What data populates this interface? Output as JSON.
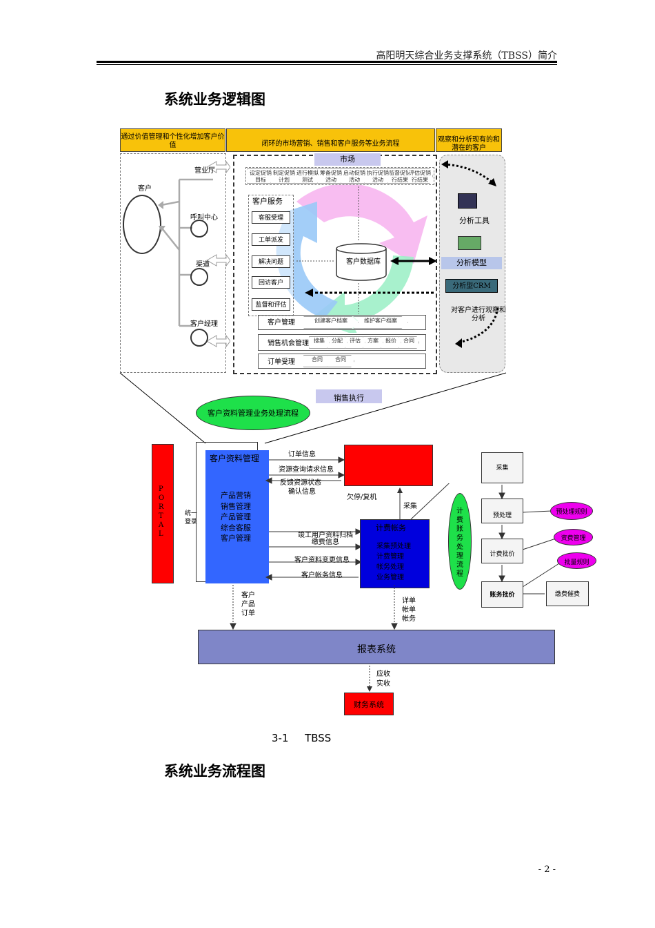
{
  "header": {
    "title": "高阳明天综合业务支撑系统（TBSS）简介"
  },
  "section1": {
    "heading": "系统业务逻辑图"
  },
  "section2": {
    "heading": "系统业务流程图"
  },
  "caption": {
    "number": "3-1",
    "text": "TBSS"
  },
  "footer": {
    "page": "- 2 -"
  },
  "top": {
    "yellow1": "通过价值管理和个性化增加客户价值",
    "yellow2": "闭环的市场营销、销售和客户服务等业务流程",
    "yellow3": "观察和分析现有的和潜在的客户",
    "customer": "客户",
    "channels": [
      "营业厅",
      "呼叫中心",
      "渠道",
      "客户经理"
    ],
    "market": "市场",
    "market_steps": [
      "设定促销目标",
      "制定促销计划",
      "进行模拟测试",
      "筹备促销活动",
      "启动促销活动",
      "执行促销活动",
      "监督促销行结果",
      "评估促销行结果"
    ],
    "service": "客户服务",
    "service_steps": [
      "客服受理",
      "工单派发",
      "解决问题",
      "回访客户",
      "监督和评估"
    ],
    "database": "客户数据库",
    "analysis_tools": "分析工具",
    "analysis_model": "分析模型",
    "analytic_crm": "分析型CRM",
    "observe": "对客户进行观察和分析",
    "cust_mgmt": "客户管理",
    "cust_mgmt_steps": [
      "创建客户档案",
      "维护客户档案"
    ],
    "opp_mgmt": "销售机会管理",
    "opp_steps": [
      "搜集",
      "分配",
      "评估",
      "方案",
      "报价",
      "合同"
    ],
    "order": "订单受理",
    "order_steps": [
      "合同",
      "合同"
    ],
    "sales_exec": "销售执行",
    "green_oval": "客户资料管理业务处理流程"
  },
  "bottom": {
    "portal": "PORTAL",
    "login": "统一登录",
    "cust_data_mgmt": "客户资料管理",
    "modules": [
      "产品营销",
      "销售管理",
      "产品管理",
      "综合客服",
      "客户管理"
    ],
    "arrows_right": [
      "订单信息",
      "资源查询请求信息"
    ],
    "arrows_left": [
      "反馈资源状态",
      "确认信息"
    ],
    "owe_stop": "欠停/复机",
    "collect_arrow": "采集",
    "billing": "计费帐务",
    "billing_items": [
      "采集预处理",
      "计费管理",
      "帐务处理",
      "业务管理"
    ],
    "middle_right": [
      "竣工用户资料归档",
      "缴费信息",
      "客户资料变更信息"
    ],
    "middle_left": [
      "客户帐务信息"
    ],
    "vertical_label": "计费账务处理流程",
    "flow": [
      "采集",
      "预处理",
      "计费批价",
      "账务批价",
      "缴费催费"
    ],
    "pink": [
      "预处理规则",
      "资费管理",
      "批量规则"
    ],
    "down1": [
      "客户",
      "产品",
      "订单"
    ],
    "down2": [
      "详单",
      "帐单",
      "帐务"
    ],
    "report": "报表系统",
    "down3": [
      "应收",
      "实收"
    ],
    "finance": "财务系统"
  },
  "colors": {
    "yellow": "#f8c20a",
    "red": "#ff0000",
    "blue": "#0000dd",
    "light_blue": "#3366ff",
    "report": "#7f86c8",
    "green": "#1ee04a",
    "magenta": "#ee00ee"
  }
}
